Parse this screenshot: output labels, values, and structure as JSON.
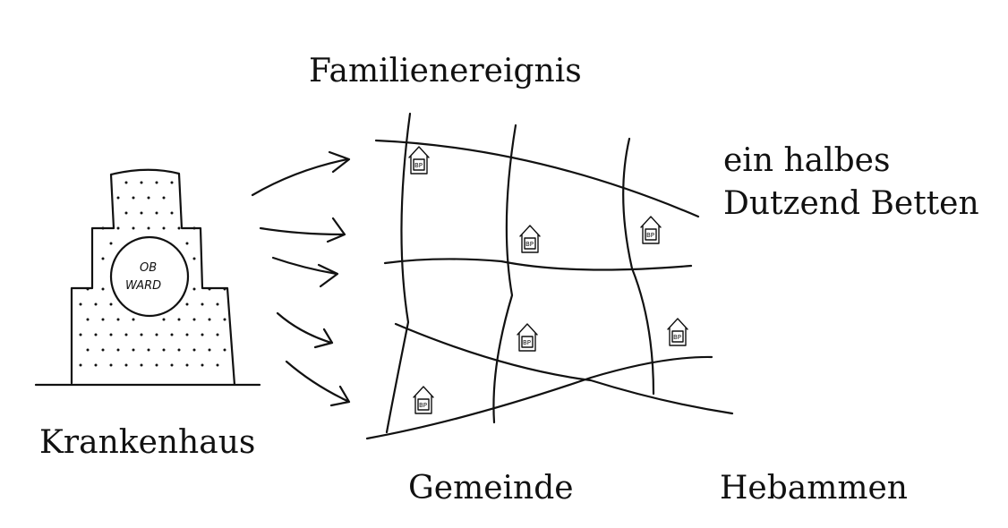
{
  "labels": {
    "top": "Familienereignis",
    "right_line1": "ein halbes",
    "right_line2": "Dutzend Betten",
    "hospital": "Krankenhaus",
    "community": "Gemeinde",
    "midwives": "Hebammen"
  },
  "hospital_ward": {
    "line1": "OB",
    "line2": "WARD"
  },
  "house_mark": "BP",
  "colors": {
    "ink": "#111111",
    "background": "#ffffff"
  }
}
